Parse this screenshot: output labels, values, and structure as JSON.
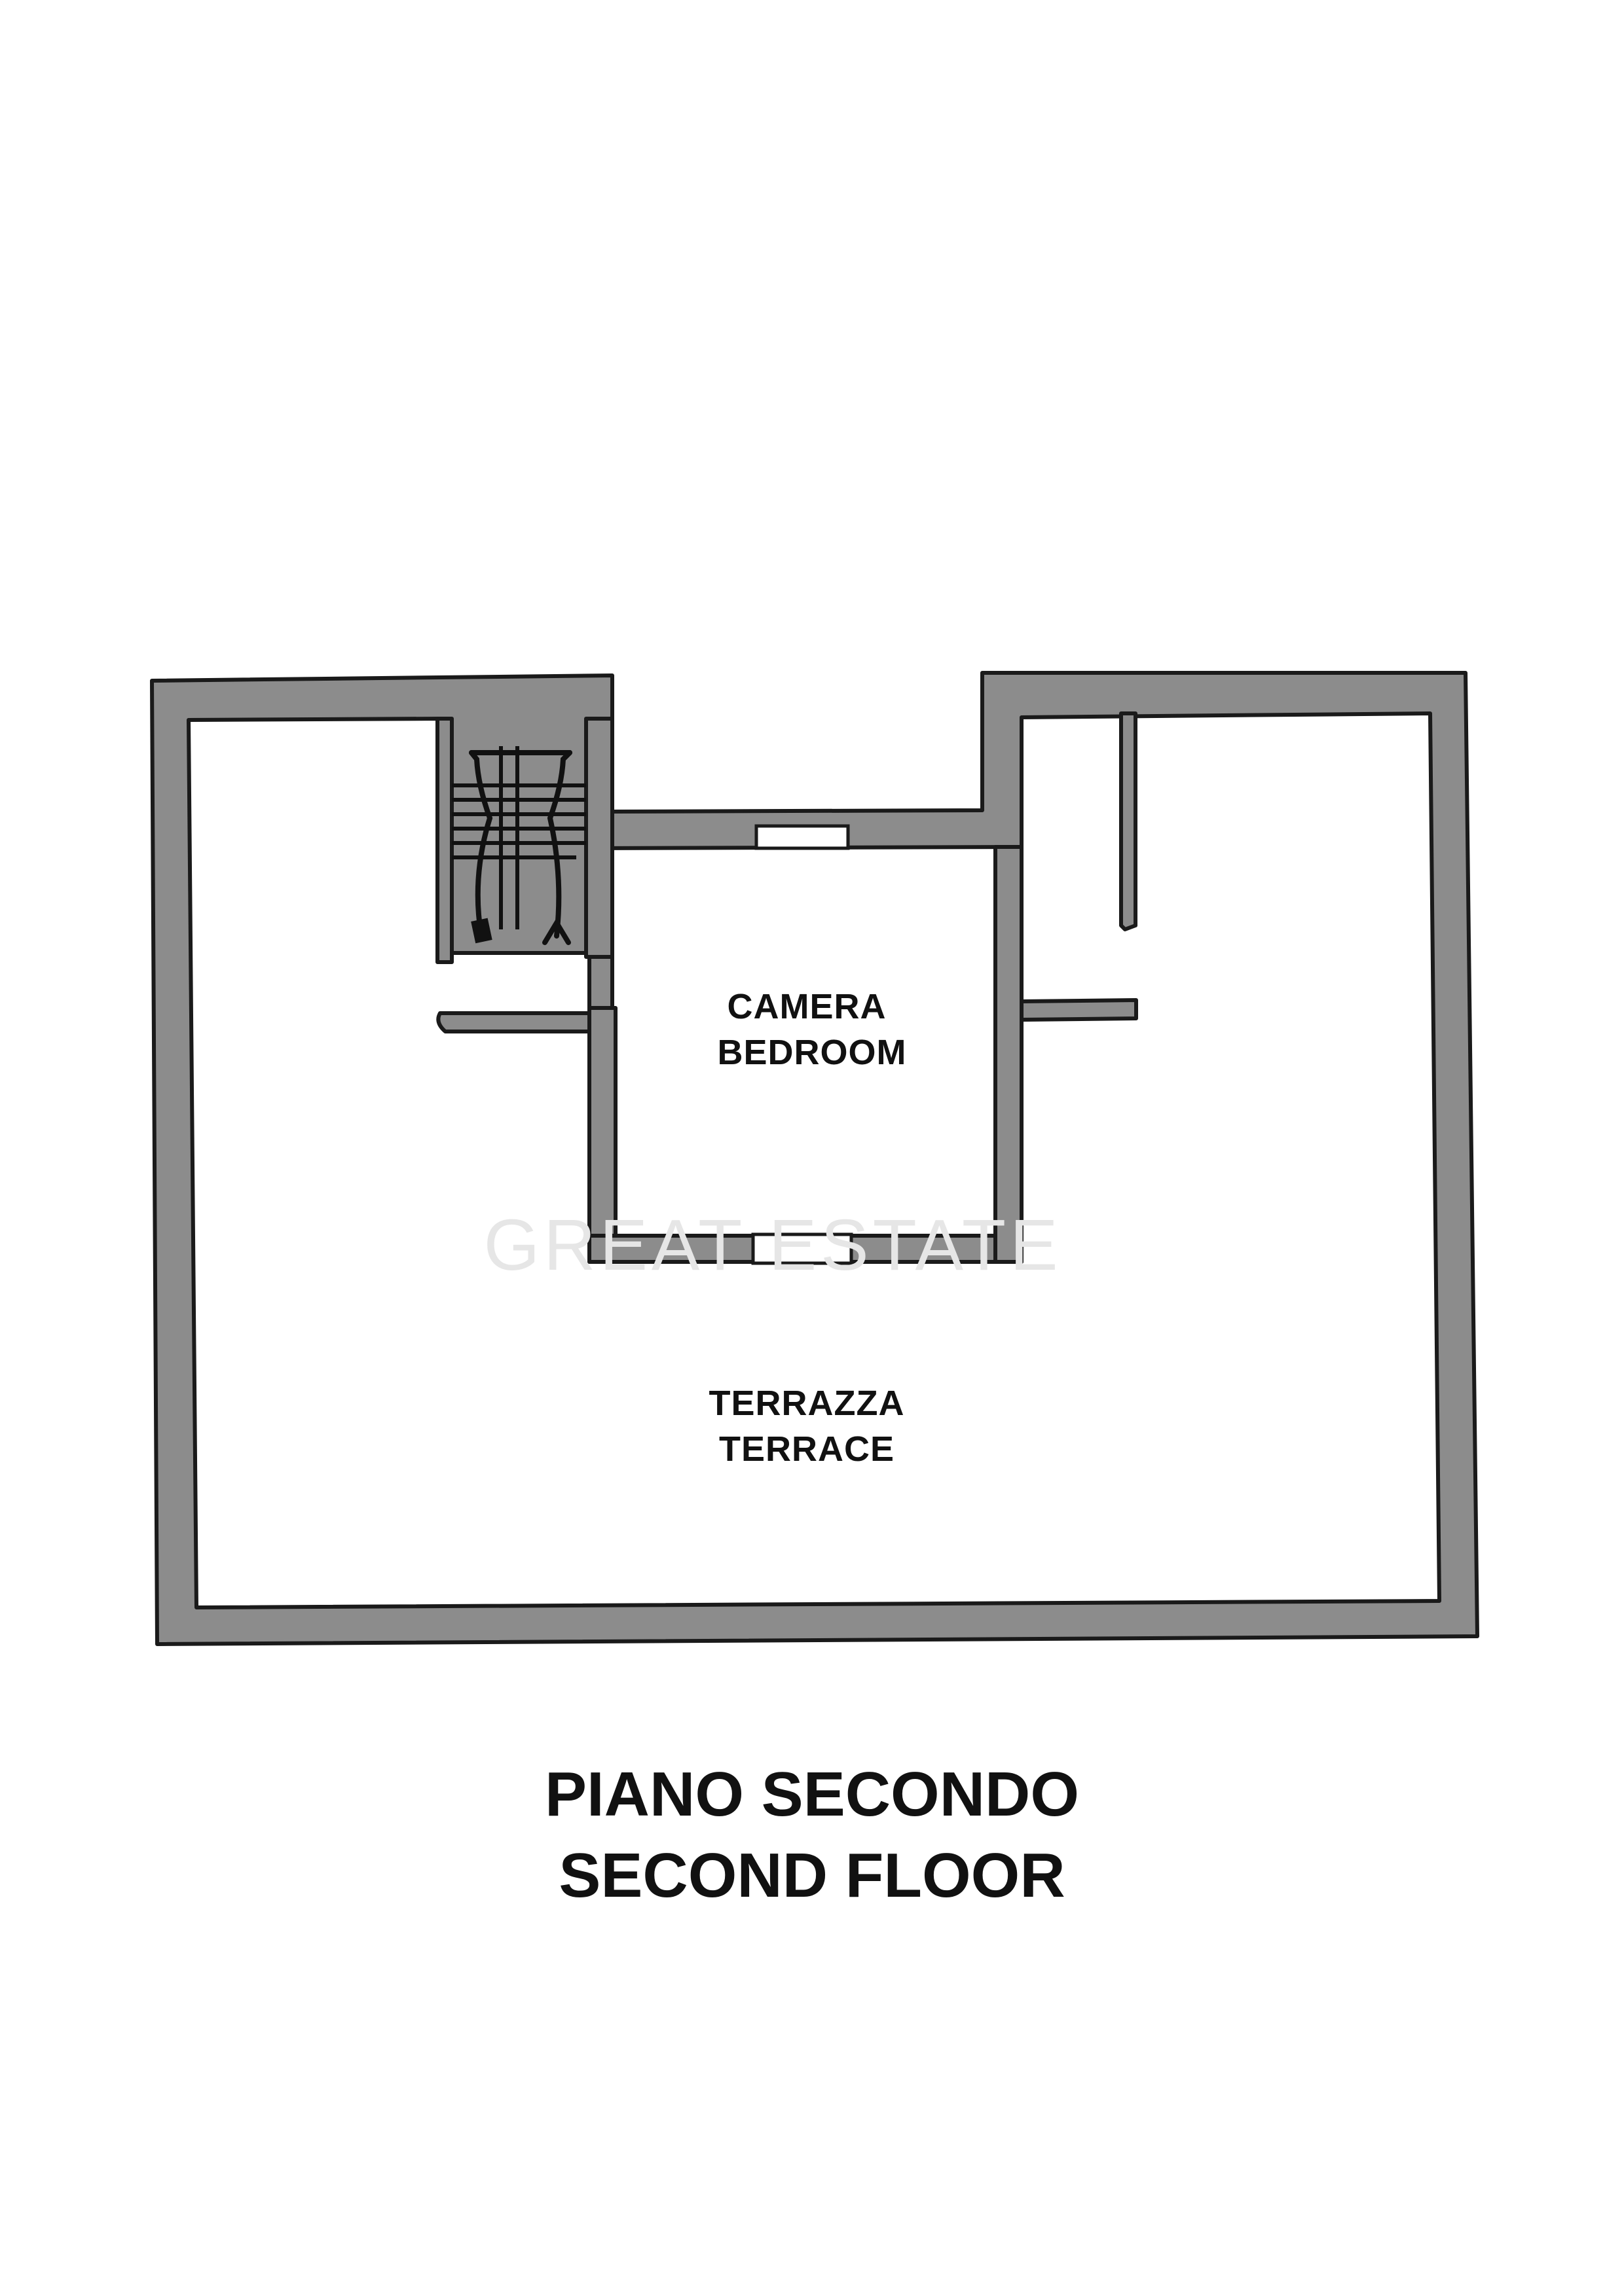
{
  "rooms": {
    "bedroom": {
      "it": "CAMERA",
      "en": "BEDROOM"
    },
    "terrace": {
      "it": "TERRAZZA",
      "en": "TERRACE"
    }
  },
  "title": {
    "it": "PIANO SECONDO",
    "en": "SECOND FLOOR"
  },
  "watermark": "GREAT ESTATE",
  "colors": {
    "wall_fill": "#8c8c8c",
    "wall_stroke": "#1a1a1a",
    "text": "#111111"
  }
}
